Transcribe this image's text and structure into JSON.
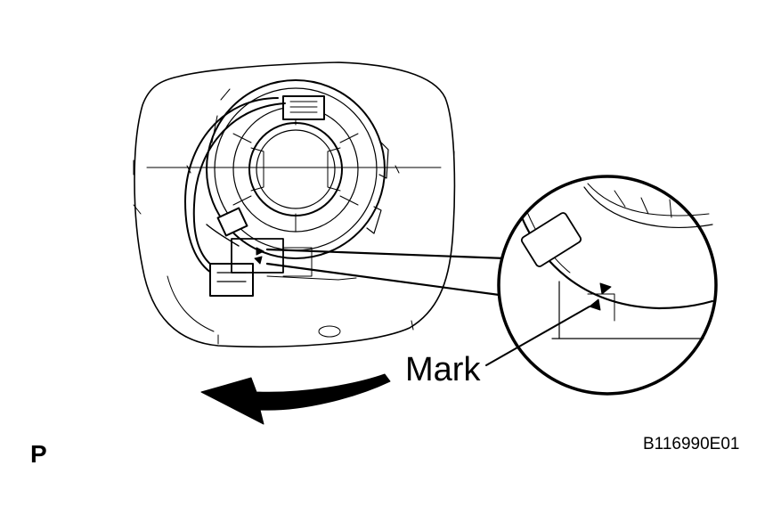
{
  "labels": {
    "mark": "Mark",
    "view_letter": "P",
    "figure_code": "B116990E01"
  },
  "colors": {
    "line": "#000000",
    "background": "#ffffff"
  },
  "icons": {
    "rotation_arrow": "curved-arrow-left-icon",
    "alignment_marks": "triangle-mark-icon"
  }
}
